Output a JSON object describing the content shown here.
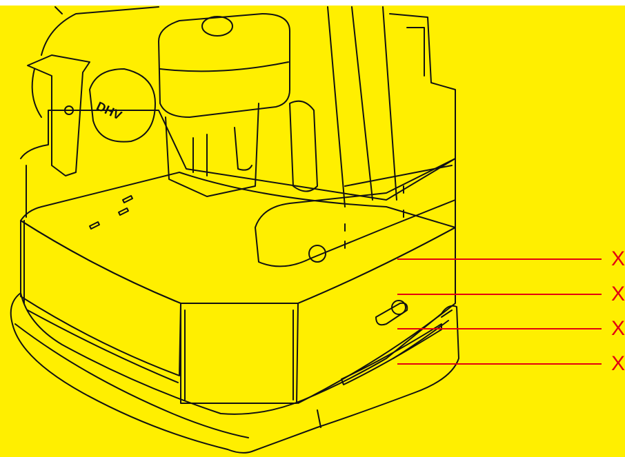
{
  "diagram": {
    "colors": {
      "background": "#ffef00",
      "line": "#111111",
      "callout": "#e3000f"
    },
    "brand_text": "DHV",
    "callouts": [
      {
        "label": "X"
      },
      {
        "label": "X"
      },
      {
        "label": "X"
      },
      {
        "label": "X"
      }
    ]
  }
}
